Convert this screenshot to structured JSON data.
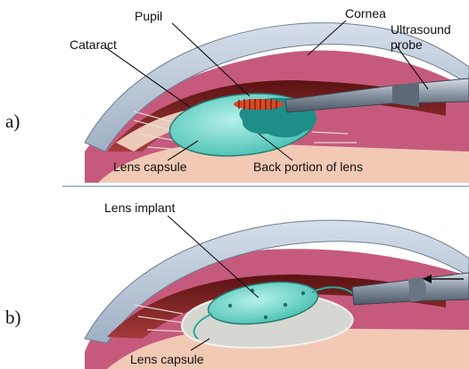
{
  "panel_a": {
    "marker": "a)",
    "labels": {
      "pupil": "Pupil",
      "cornea": "Cornea",
      "cataract": "Cataract",
      "probe_line1": "Ultrasound",
      "probe_line2": "probe",
      "lens_capsule": "Lens capsule",
      "back_portion": "Back portion of lens"
    }
  },
  "panel_b": {
    "marker": "b)",
    "labels": {
      "lens_implant": "Lens implant",
      "lens_capsule": "Lens capsule"
    }
  },
  "colors": {
    "cornea": "#bcc9d9",
    "iris": "#7a1d1d",
    "sclera": "#c65a7d",
    "lens": "#5fd3c4",
    "cataract": "#1e8f86",
    "probe": "#8a97a6",
    "probe_tip": "#d64a2a",
    "divider": "#a9c2d6"
  }
}
